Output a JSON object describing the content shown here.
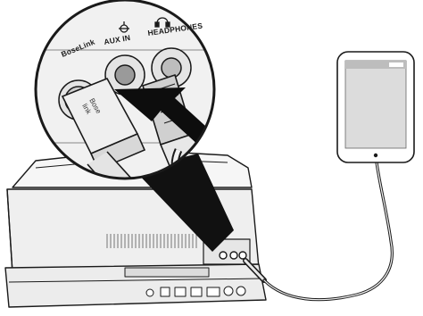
{
  "labels": {
    "boselink": "BoseLink",
    "aux_in": "AUX IN",
    "headphones": "HEADPHONES",
    "plug_text_line1": "Bose",
    "plug_text_line2": "link"
  },
  "icons": {
    "aux": "aux-jack-icon",
    "headphones": "headphones-icon",
    "arrow": "down-right-arrow-icon",
    "tablet": "tablet-icon"
  },
  "colors": {
    "line": "#1a1a1a",
    "device": "#f2f2f2",
    "shade": "#d6d6d6",
    "dark": "#9a9a9a",
    "arrow": "#0d0d0d"
  }
}
